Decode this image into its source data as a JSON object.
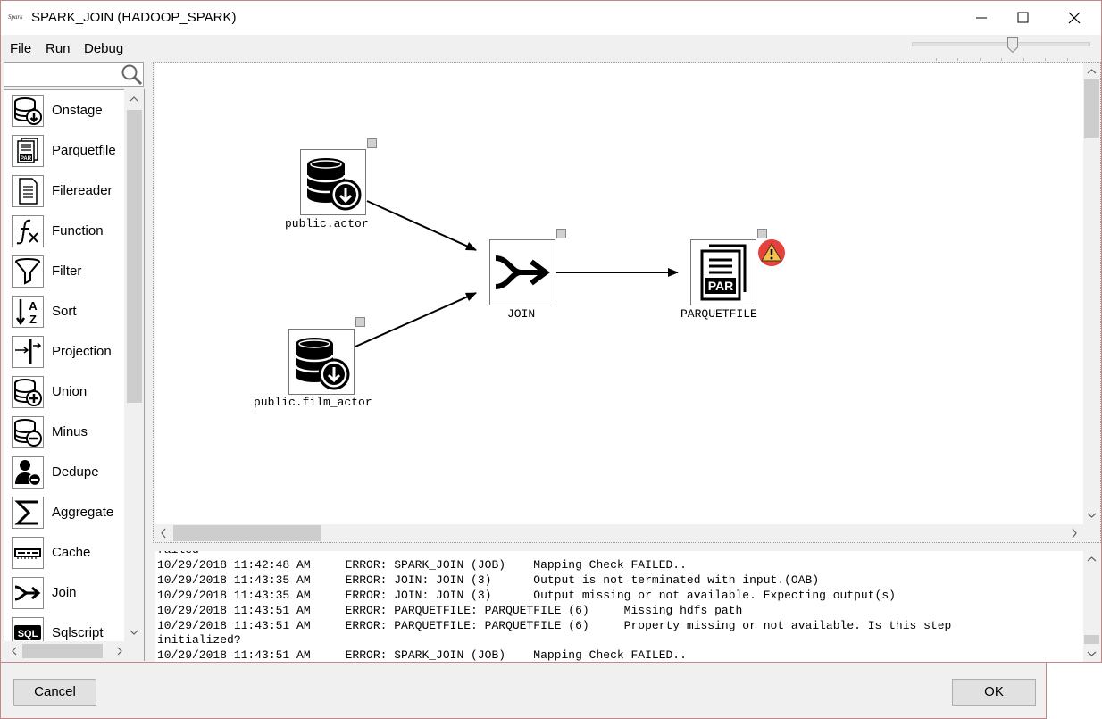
{
  "window": {
    "title": "SPARK_JOIN (HADOOP_SPARK)",
    "logo_text": "Spark"
  },
  "menu": [
    "File",
    "Run",
    "Debug"
  ],
  "search": {
    "placeholder": ""
  },
  "palette": [
    {
      "label": "Onstage",
      "icon": "database-download-icon"
    },
    {
      "label": "Parquetfile",
      "icon": "parquet-file-icon"
    },
    {
      "label": "Filereader",
      "icon": "document-icon"
    },
    {
      "label": "Function",
      "icon": "function-icon"
    },
    {
      "label": "Filter",
      "icon": "funnel-icon"
    },
    {
      "label": "Sort",
      "icon": "sort-az-icon"
    },
    {
      "label": "Projection",
      "icon": "projection-icon"
    },
    {
      "label": "Union",
      "icon": "database-plus-icon"
    },
    {
      "label": "Minus",
      "icon": "database-minus-icon"
    },
    {
      "label": "Dedupe",
      "icon": "user-minus-icon"
    },
    {
      "label": "Aggregate",
      "icon": "sigma-icon"
    },
    {
      "label": "Cache",
      "icon": "memory-icon"
    },
    {
      "label": "Join",
      "icon": "join-arrow-icon"
    },
    {
      "label": "Sqlscript",
      "icon": "sql-icon"
    }
  ],
  "nodes": {
    "actor": {
      "label": "public.actor",
      "icon": "database-download-icon"
    },
    "film_actor": {
      "label": "public.film_actor",
      "icon": "database-download-icon"
    },
    "join": {
      "label": "JOIN",
      "icon": "join-arrow-icon"
    },
    "parquet": {
      "label": "PARQUETFILE",
      "icon": "parquet-file-icon",
      "status": "warning-icon"
    }
  },
  "icon_labels": {
    "par": "PAR",
    "sql": "SQL",
    "az_a": "A",
    "az_z": "Z"
  },
  "log": {
    "lines": [
      "failed",
      "10/29/2018 11:42:48 AM     ERROR: SPARK_JOIN (JOB)    Mapping Check FAILED..",
      "10/29/2018 11:43:35 AM     ERROR: JOIN: JOIN (3)      Output is not terminated with input.(OAB)",
      "10/29/2018 11:43:35 AM     ERROR: JOIN: JOIN (3)      Output missing or not available. Expecting output(s)",
      "10/29/2018 11:43:51 AM     ERROR: PARQUETFILE: PARQUETFILE (6)     Missing hdfs path",
      "10/29/2018 11:43:51 AM     ERROR: PARQUETFILE: PARQUETFILE (6)     Property missing or not available. Is this step",
      "initialized?",
      "10/29/2018 11:43:51 AM     ERROR: SPARK_JOIN (JOB)    Mapping Check FAILED.."
    ]
  },
  "buttons": {
    "cancel": "Cancel",
    "ok": "OK"
  },
  "colors": {
    "warning": "#e8413c",
    "warning_inner": "#f6c243",
    "border": "#c08888"
  }
}
